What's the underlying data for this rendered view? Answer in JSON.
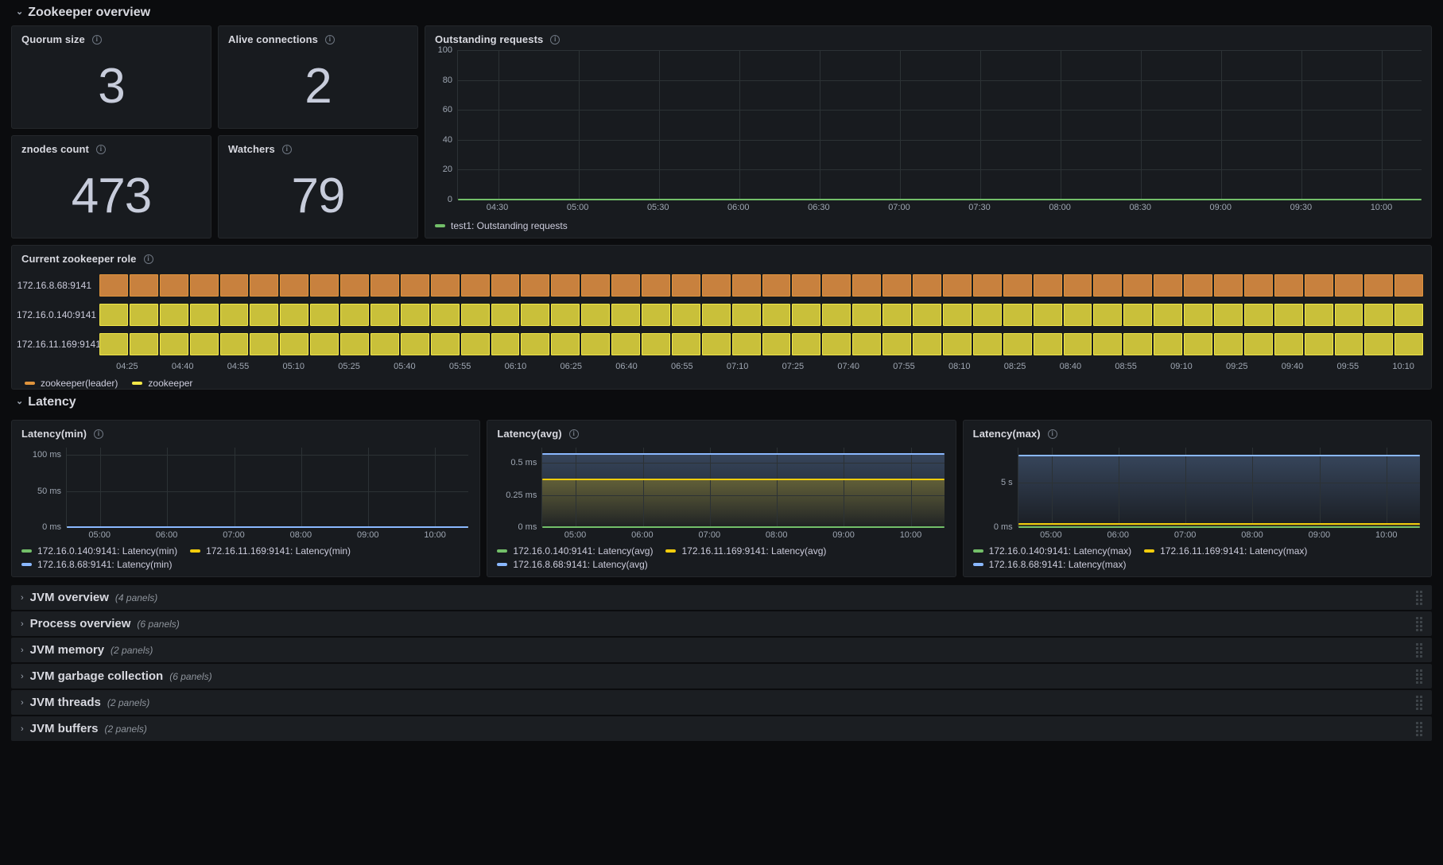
{
  "sections": {
    "zookeeper_overview": {
      "title": "Zookeeper overview",
      "chevron": "⌄"
    },
    "latency": {
      "title": "Latency",
      "chevron": "⌄"
    }
  },
  "stats": [
    {
      "title": "Quorum size",
      "value": "3",
      "info": "i"
    },
    {
      "title": "Alive connections",
      "value": "2",
      "info": "i"
    },
    {
      "title": "znodes count",
      "value": "473",
      "info": "i"
    },
    {
      "title": "Watchers",
      "value": "79",
      "info": "i"
    }
  ],
  "outstanding": {
    "title": "Outstanding requests",
    "info": "i",
    "legend": [
      {
        "label": "test1: Outstanding requests",
        "color": "#73bf69"
      }
    ]
  },
  "role": {
    "title": "Current zookeeper role",
    "info": "i",
    "rows": [
      {
        "label": "172.16.8.68:9141",
        "state": "orange"
      },
      {
        "label": "172.16.0.140:9141",
        "state": "yellow"
      },
      {
        "label": "172.16.11.169:9141",
        "state": "yellow"
      }
    ],
    "legend": [
      {
        "label": "zookeeper(leader)",
        "color": "#e0943c"
      },
      {
        "label": "zookeeper",
        "color": "#f2e748"
      }
    ]
  },
  "latency_panels": [
    {
      "title": "Latency(min)",
      "info": "i",
      "legend": [
        {
          "label": "172.16.0.140:9141: Latency(min)",
          "color": "#73bf69"
        },
        {
          "label": "172.16.11.169:9141: Latency(min)",
          "color": "#f2cc0c"
        },
        {
          "label": "172.16.8.68:9141: Latency(min)",
          "color": "#8ab8ff"
        }
      ]
    },
    {
      "title": "Latency(avg)",
      "info": "i",
      "legend": [
        {
          "label": "172.16.0.140:9141: Latency(avg)",
          "color": "#73bf69"
        },
        {
          "label": "172.16.11.169:9141: Latency(avg)",
          "color": "#f2cc0c"
        },
        {
          "label": "172.16.8.68:9141: Latency(avg)",
          "color": "#8ab8ff"
        }
      ]
    },
    {
      "title": "Latency(max)",
      "info": "i",
      "legend": [
        {
          "label": "172.16.0.140:9141: Latency(max)",
          "color": "#73bf69"
        },
        {
          "label": "172.16.11.169:9141: Latency(max)",
          "color": "#f2cc0c"
        },
        {
          "label": "172.16.8.68:9141: Latency(max)",
          "color": "#8ab8ff"
        }
      ]
    }
  ],
  "collapsed_rows": [
    {
      "title": "JVM overview",
      "count": "(4 panels)",
      "chevron": "›"
    },
    {
      "title": "Process overview",
      "count": "(6 panels)",
      "chevron": "›"
    },
    {
      "title": "JVM memory",
      "count": "(2 panels)",
      "chevron": "›"
    },
    {
      "title": "JVM garbage collection",
      "count": "(6 panels)",
      "chevron": "›"
    },
    {
      "title": "JVM threads",
      "count": "(2 panels)",
      "chevron": "›"
    },
    {
      "title": "JVM buffers",
      "count": "(2 panels)",
      "chevron": "›"
    }
  ],
  "chart_data": [
    {
      "type": "line",
      "title": "Outstanding requests",
      "xlabel": "",
      "ylabel": "",
      "ylim": [
        0,
        100
      ],
      "yticks": [
        0,
        20,
        40,
        60,
        80,
        100
      ],
      "xticks": [
        "04:30",
        "05:00",
        "05:30",
        "06:00",
        "06:30",
        "07:00",
        "07:30",
        "08:00",
        "08:30",
        "09:00",
        "09:30",
        "10:00"
      ],
      "grid": true,
      "legend_position": "bottom",
      "series": [
        {
          "name": "test1: Outstanding requests",
          "color": "#73bf69",
          "constant_value": 0
        }
      ]
    },
    {
      "type": "heatmap",
      "title": "Current zookeeper role",
      "xlabel": "",
      "ylabel": "",
      "categories": [
        "172.16.8.68:9141",
        "172.16.0.140:9141",
        "172.16.11.169:9141"
      ],
      "xticks": [
        "04:25",
        "04:40",
        "04:55",
        "05:10",
        "05:25",
        "05:40",
        "05:55",
        "06:10",
        "06:25",
        "06:40",
        "06:55",
        "07:10",
        "07:25",
        "07:40",
        "07:55",
        "08:10",
        "08:25",
        "08:40",
        "08:55",
        "09:10",
        "09:25",
        "09:40",
        "09:55",
        "10:10"
      ],
      "states": [
        "zookeeper(leader)",
        "zookeeper",
        "zookeeper"
      ],
      "legend_position": "bottom",
      "legend": [
        "zookeeper(leader)",
        "zookeeper"
      ]
    },
    {
      "type": "line",
      "title": "Latency(min)",
      "ylim": [
        0,
        110
      ],
      "yticks_labels": [
        "0 ms",
        "50 ms",
        "100 ms"
      ],
      "yticks": [
        0,
        50,
        100
      ],
      "xticks": [
        "05:00",
        "06:00",
        "07:00",
        "08:00",
        "09:00",
        "10:00"
      ],
      "grid": true,
      "legend_position": "bottom",
      "series": [
        {
          "name": "172.16.0.140:9141: Latency(min)",
          "color": "#73bf69",
          "constant_value": 0
        },
        {
          "name": "172.16.11.169:9141: Latency(min)",
          "color": "#f2cc0c",
          "constant_value": 0
        },
        {
          "name": "172.16.8.68:9141: Latency(min)",
          "color": "#8ab8ff",
          "constant_value": 0
        }
      ]
    },
    {
      "type": "area",
      "title": "Latency(avg)",
      "ylim": [
        0,
        0.62
      ],
      "yticks_labels": [
        "0 ms",
        "0.25 ms",
        "0.5 ms"
      ],
      "yticks": [
        0,
        0.25,
        0.5
      ],
      "xticks": [
        "05:00",
        "06:00",
        "07:00",
        "08:00",
        "09:00",
        "10:00"
      ],
      "grid": true,
      "legend_position": "bottom",
      "series": [
        {
          "name": "172.16.0.140:9141: Latency(avg)",
          "color": "#73bf69",
          "constant_value": 0
        },
        {
          "name": "172.16.11.169:9141: Latency(avg)",
          "color": "#f2cc0c",
          "constant_value": 0.37
        },
        {
          "name": "172.16.8.68:9141: Latency(avg)",
          "color": "#8ab8ff",
          "constant_value": 0.57
        }
      ]
    },
    {
      "type": "area",
      "title": "Latency(max)",
      "ylim": [
        0,
        9
      ],
      "yticks_labels": [
        "0 ms",
        "5 s"
      ],
      "yticks": [
        0,
        5
      ],
      "xticks": [
        "05:00",
        "06:00",
        "07:00",
        "08:00",
        "09:00",
        "10:00"
      ],
      "grid": true,
      "legend_position": "bottom",
      "series": [
        {
          "name": "172.16.0.140:9141: Latency(max)",
          "color": "#73bf69",
          "constant_value": 0
        },
        {
          "name": "172.16.11.169:9141: Latency(max)",
          "color": "#f2cc0c",
          "constant_value": 0.4
        },
        {
          "name": "172.16.8.68:9141: Latency(max)",
          "color": "#8ab8ff",
          "constant_value": 8.1
        }
      ]
    }
  ]
}
